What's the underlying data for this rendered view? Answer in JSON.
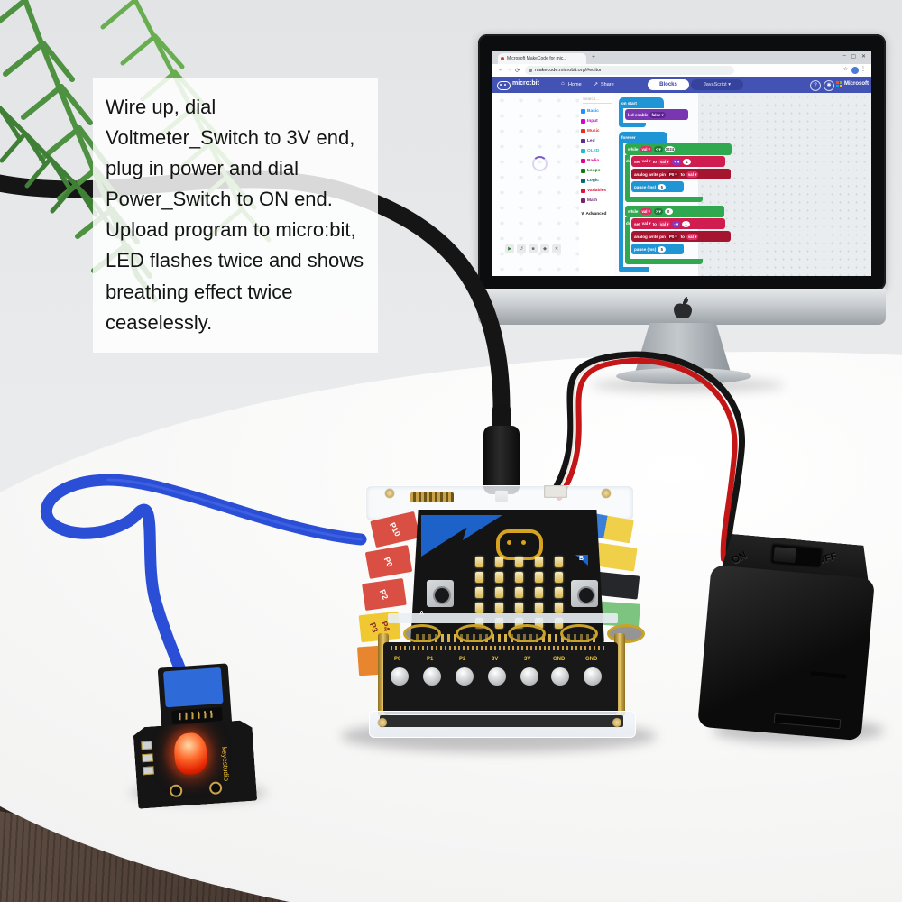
{
  "overlay": {
    "text": "Wire up, dial Voltmeter_Switch to 3V end, plug in power and dial Power_Switch to ON end. Upload program to micro:bit, LED flashes twice and shows breathing effect twice ceaselessly."
  },
  "browser": {
    "tab_title": "Microsoft MakeCode for mic...",
    "new_tab": "+",
    "win_min": "–",
    "win_max": "▢",
    "win_close": "✕",
    "back": "←",
    "fwd": "→",
    "reload": "⟳",
    "url": "makecode.microbit.org/#editor",
    "star": "☆",
    "menu": "⋮"
  },
  "mc": {
    "brand": "micro:bit",
    "home_icon": "⌂",
    "home": "Home",
    "share_icon": "↗",
    "share": "Share",
    "blocks": "Blocks",
    "javascript": "JavaScript",
    "js_caret": "▾",
    "help": "?",
    "gear": "✱",
    "microsoft": "Microsoft",
    "search": "Search...",
    "advanced_caret": "∨",
    "advanced": "Advanced",
    "toolbox": [
      {
        "label": "Basic",
        "color": "#1E90FF"
      },
      {
        "label": "Input",
        "color": "#D400D4"
      },
      {
        "label": "Music",
        "color": "#E63022"
      },
      {
        "label": "Led",
        "color": "#5C2D91"
      },
      {
        "label": "OLED",
        "color": "#19BECF"
      },
      {
        "label": "Radio",
        "color": "#E3008C"
      },
      {
        "label": "Loops",
        "color": "#107C10"
      },
      {
        "label": "Logic",
        "color": "#00697B"
      },
      {
        "label": "Variables",
        "color": "#DC143C"
      },
      {
        "label": "Math",
        "color": "#712672"
      }
    ],
    "sim": {
      "controls": [
        "▶",
        "↺",
        "■",
        "◆",
        "✕"
      ]
    },
    "code": {
      "on_start": "on start",
      "led_enable": "led enable",
      "false_dd": "false ▾",
      "forever": "forever",
      "while_": "while",
      "do_": "do",
      "val_dd": "val ▾",
      "lt": "< ▾",
      "gt": "> ▾",
      "n1024": "1024",
      "n0": "0",
      "n1": "1",
      "n5": "5",
      "set_": "set",
      "to_": "to",
      "plus": "+ ▾",
      "minus": "- ▾",
      "analog": "analog write pin",
      "p0": "P0 ▾",
      "pause_": "pause (ms)"
    }
  },
  "board": {
    "left_labels": [
      "P10",
      "P0",
      "P2",
      "P3",
      "P4"
    ],
    "pins": [
      "P0",
      "P1",
      "P2",
      "3V",
      "3V",
      "GND",
      "GND"
    ],
    "btn_a": "A",
    "btn_b": "B"
  },
  "battery": {
    "on": "ON",
    "off": "OFF"
  },
  "led_module": {
    "brand": "keyestudio"
  },
  "colors": {
    "makecode_header": "#4353b4",
    "wall": "#e7e9ea",
    "table": "#f7f7f6",
    "wood": "#4a3b32",
    "blue_cable": "#2a4fd6",
    "power_cable": "#151515",
    "wire_red": "#c41616",
    "wire_black": "#141414",
    "led_glow": "#ff3c00",
    "pcb": "#141414",
    "gold": "#c9a22a"
  }
}
